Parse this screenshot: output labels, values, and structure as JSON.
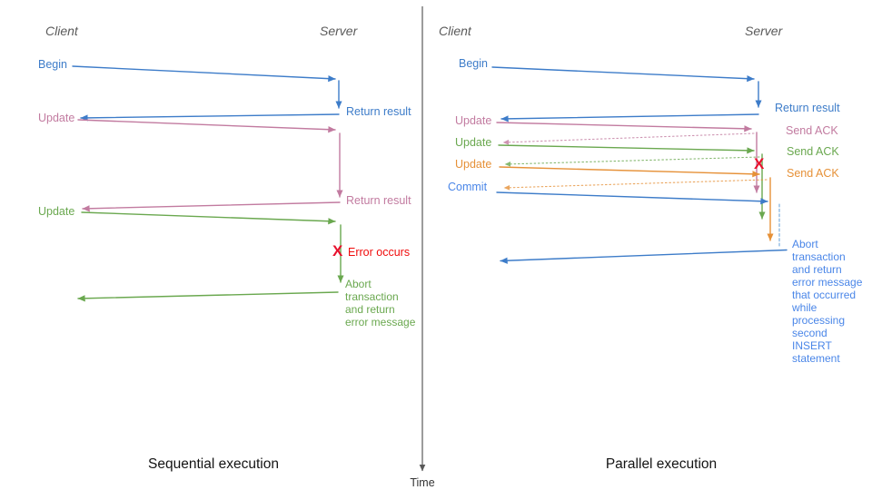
{
  "colors": {
    "blue": "#3d7cc9",
    "blue_light": "#6fa8dc",
    "blue_text": "#4a86e8",
    "pink": "#c27ba0",
    "green": "#6aa84f",
    "orange": "#e69138",
    "red": "#e8112d",
    "axis_gray": "#595959"
  },
  "time_axis_label": "Time",
  "left": {
    "caption": "Sequential execution",
    "client_header": "Client",
    "server_header": "Server",
    "begin": "Begin",
    "return_result_1": "Return result",
    "update_1": "Update",
    "return_result_2": "Return result",
    "update_2": "Update",
    "error_mark": "X",
    "error_label": "Error occurs",
    "abort_message": "Abort\ntransaction\nand return\nerror message"
  },
  "right": {
    "caption": "Parallel execution",
    "client_header": "Client",
    "server_header": "Server",
    "begin": "Begin",
    "return_result": "Return result",
    "update_1": "Update",
    "send_ack_1": "Send ACK",
    "update_2": "Update",
    "send_ack_2": "Send ACK",
    "update_3": "Update",
    "send_ack_3": "Send ACK",
    "commit": "Commit",
    "error_mark": "X",
    "abort_message": "Abort\ntransaction\nand return\nerror message\nthat occurred\nwhile\nprocessing\nsecond\nINSERT\nstatement"
  }
}
